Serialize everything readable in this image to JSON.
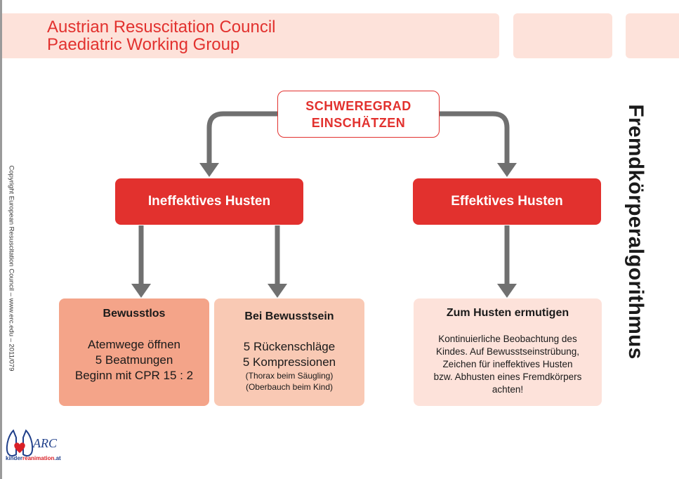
{
  "header": {
    "line1": "Austrian Resuscitation Council",
    "line2": "Paediatric Working Group"
  },
  "side_title": "Fremdkörperalgorithmus",
  "copyright": "Copyright European Resuscitation Council – www.erc.edu – 2011/079",
  "assess": {
    "line1": "SCHWEREGRAD",
    "line2": "EINSCHÄTZEN"
  },
  "ineffective": "Ineffektives Husten",
  "effective": "Effektives Husten",
  "unconscious": {
    "title": "Bewusstlos",
    "lines": [
      "Atemwege öffnen",
      "5 Beatmungen",
      "Beginn mit CPR 15 : 2"
    ]
  },
  "conscious": {
    "title": "Bei Bewusstsein",
    "lines": [
      "5 Rückenschläge",
      "5 Kompressionen"
    ],
    "notes": [
      "(Thorax beim Säugling)",
      "(Oberbauch beim Kind)"
    ]
  },
  "encourage": {
    "title": "Zum Husten ermutigen",
    "lines": [
      "Kontinuierliche Beobachtung des",
      "Kindes. Auf Bewusstseinstrübung,",
      "Zeichen für ineffektives Husten",
      "bzw. Abhusten eines Fremdkörpers",
      "achten!"
    ]
  },
  "logo": {
    "letters": "ARC",
    "url_part1": "kinder",
    "url_part2": "reanimation",
    "url_part3": ".at"
  },
  "colors": {
    "accent_red": "#e2312e",
    "arrow_gray": "#707070",
    "header_pink": "#fde2da",
    "salmon": "#f4a489",
    "peach": "#f9c9b4"
  }
}
